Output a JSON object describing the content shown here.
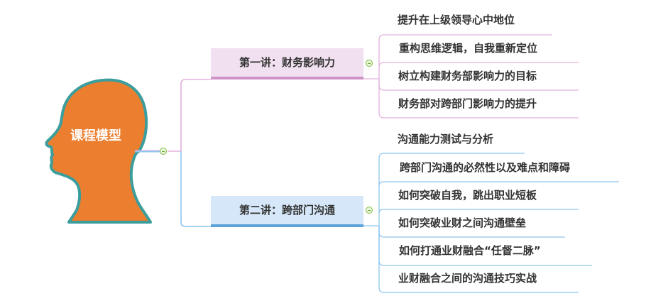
{
  "central_topic": {
    "label": "课程模型",
    "head_fill": "#ec7e2f",
    "head_outline": "#3b9e9c"
  },
  "colors": {
    "branch_1_line": "#e3b1dd",
    "branch_1_fill": "#f1e0ef",
    "branch_1_accent": "#cf93c7",
    "branch_2_line": "#8ec5ef",
    "branch_2_fill": "#d5e7f8",
    "branch_2_accent": "#5da2d9",
    "collapse_icon": "#7dbb3e"
  },
  "branches": [
    {
      "label": "第一讲：财务影响力",
      "children": [
        "提升在上级领导心中地位",
        "重构思维逻辑，自我重新定位",
        "树立构建财务部影响力的目标",
        "财务部对跨部门影响力的提升"
      ]
    },
    {
      "label": "第二讲：跨部门沟通",
      "children": [
        "沟通能力测试与分析",
        "跨部门沟通的必然性以及难点和障碍",
        "如何突破自我，跳出职业短板",
        "如何突破业财之间沟通壁垒",
        "如何打通业财融合“任督二脉”",
        "业财融合之间的沟通技巧实战"
      ]
    }
  ]
}
